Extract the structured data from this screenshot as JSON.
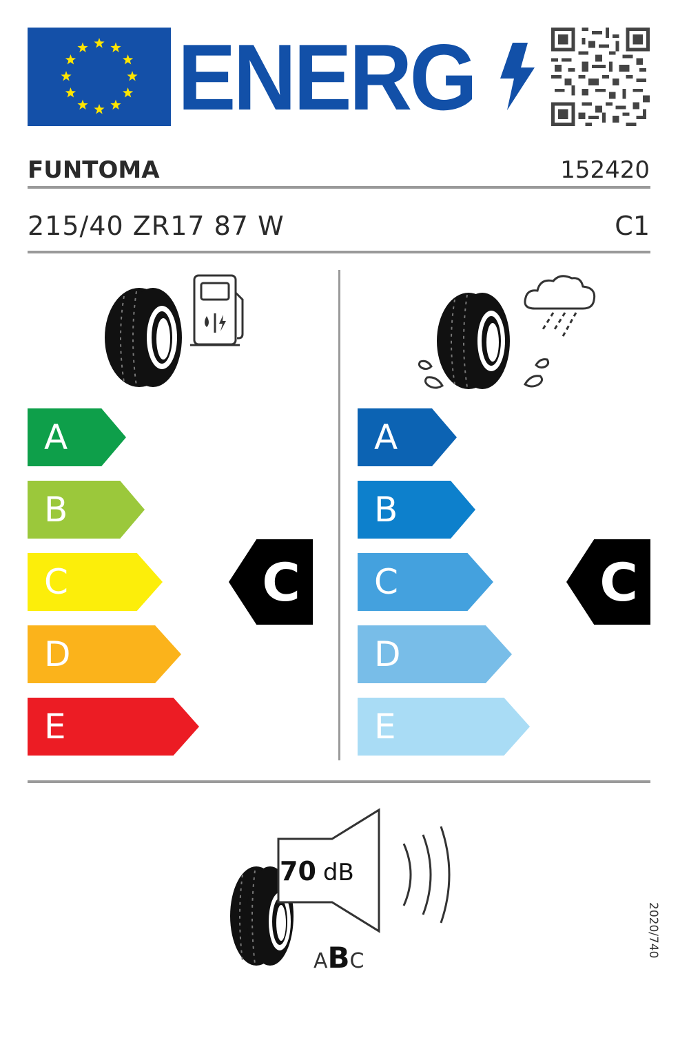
{
  "header": {
    "title": "ENERG",
    "logo": "eu-flag-icon",
    "bolt_icon": "lightning-bolt-icon",
    "qr_icon": "qr-code-icon",
    "colors": {
      "eu_blue": "#1450a8",
      "star_yellow": "#ffe500",
      "title_blue": "#1250a8"
    }
  },
  "product": {
    "brand": "FUNTOMA",
    "article_number": "152420",
    "tyre_size": "215/40 ZR17 87 W",
    "tyre_class": "C1"
  },
  "fuel_efficiency": {
    "icon": "tyre-fuel-pump-icon",
    "scale": [
      {
        "label": "A",
        "color": "#0e9f4a"
      },
      {
        "label": "B",
        "color": "#9bc83b"
      },
      {
        "label": "C",
        "color": "#fcee0a"
      },
      {
        "label": "D",
        "color": "#fbb31b"
      },
      {
        "label": "E",
        "color": "#ec1c24"
      }
    ],
    "rating": "C"
  },
  "wet_grip": {
    "icon": "tyre-rain-cloud-icon",
    "scale": [
      {
        "label": "A",
        "color": "#0c63b3"
      },
      {
        "label": "B",
        "color": "#0d80cc"
      },
      {
        "label": "C",
        "color": "#44a1de"
      },
      {
        "label": "D",
        "color": "#78bde8"
      },
      {
        "label": "E",
        "color": "#a9dcf5"
      }
    ],
    "rating": "C"
  },
  "noise": {
    "icon": "tyre-speaker-icon",
    "value": "70",
    "unit": "dB",
    "classes": [
      "A",
      "B",
      "C"
    ],
    "selected_class": "B"
  },
  "regulation": "2020/740"
}
